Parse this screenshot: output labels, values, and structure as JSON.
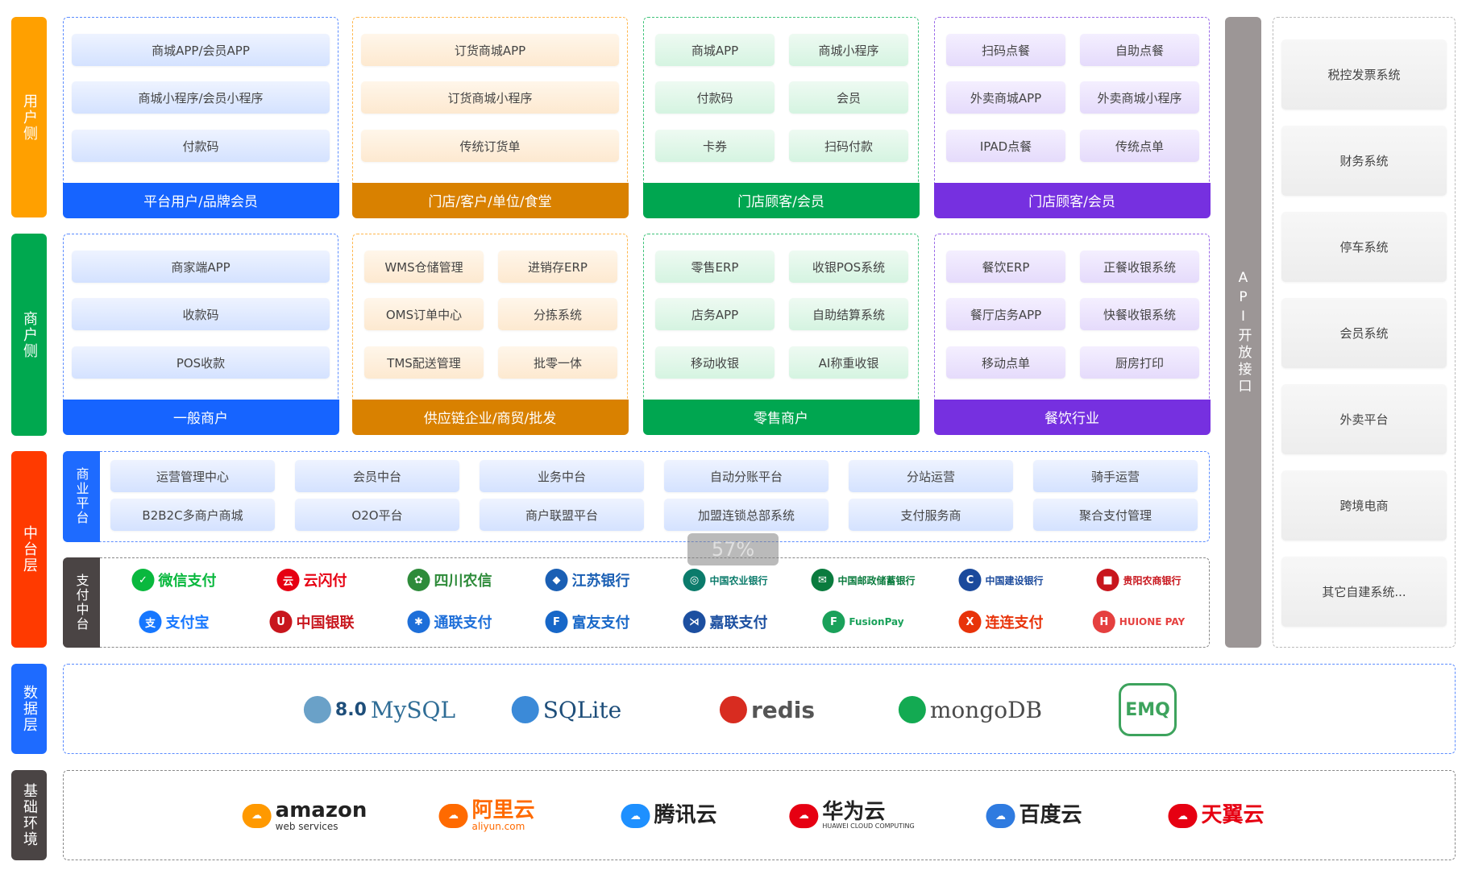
{
  "layers": [
    {
      "label": "用户侧",
      "color": "#FFA000"
    },
    {
      "label": "商户侧",
      "color": "#00A84F"
    },
    {
      "label": "中台层",
      "color": "#FF3A00"
    },
    {
      "label": "数据层",
      "color": "#1E6BFF"
    },
    {
      "label": "基础环境",
      "color": "#4A4444"
    }
  ],
  "columns": [
    {
      "theme": "blue",
      "accent": "#1664FF",
      "user": {
        "title": "平台用户/品牌会员",
        "layout": "single",
        "items": [
          "商城APP/会员APP",
          "商城小程序/会员小程序",
          "付款码"
        ]
      },
      "merchant": {
        "title": "一般商户",
        "layout": "single",
        "items": [
          "商家端APP",
          "收款码",
          "POS收款"
        ]
      }
    },
    {
      "theme": "orange",
      "accent": "#D98100",
      "user": {
        "title": "门店/客户/单位/食堂",
        "layout": "single",
        "items": [
          "订货商城APP",
          "订货商城小程序",
          "传统订货单"
        ]
      },
      "merchant": {
        "title": "供应链企业/商贸/批发",
        "layout": "double",
        "items": [
          "WMS仓储管理",
          "进销存ERP",
          "OMS订单中心",
          "分拣系统",
          "TMS配送管理",
          "批零一体"
        ]
      }
    },
    {
      "theme": "green",
      "accent": "#00A650",
      "user": {
        "title": "门店顾客/会员",
        "layout": "double",
        "items": [
          "商城APP",
          "商城小程序",
          "付款码",
          "会员",
          "卡券",
          "扫码付款"
        ]
      },
      "merchant": {
        "title": "零售商户",
        "layout": "double",
        "items": [
          "零售ERP",
          "收银POS系统",
          "店务APP",
          "自助结算系统",
          "移动收银",
          "AI称重收银"
        ]
      }
    },
    {
      "theme": "purple",
      "accent": "#7630E0",
      "user": {
        "title": "门店顾客/会员",
        "layout": "double",
        "items": [
          "扫码点餐",
          "自助点餐",
          "外卖商城APP",
          "外卖商城小程序",
          "IPAD点餐",
          "传统点单"
        ]
      },
      "merchant": {
        "title": "餐饮行业",
        "layout": "double",
        "items": [
          "餐饮ERP",
          "正餐收银系统",
          "餐厅店务APP",
          "快餐收银系统",
          "移动点单",
          "厨房打印"
        ]
      }
    }
  ],
  "business_platform": {
    "label": "商业平台",
    "items": [
      "运营管理中心",
      "会员中台",
      "业务中台",
      "自动分账平台",
      "分站运营",
      "骑手运营",
      "B2B2C多商户商城",
      "O2O平台",
      "商户联盟平台",
      "加盟连锁总部系统",
      "支付服务商",
      "聚合支付管理"
    ]
  },
  "payment_platform": {
    "label": "支付中台",
    "providers": [
      {
        "name": "微信支付",
        "icon": "wechat-pay-icon",
        "color": "#09B83E",
        "glyph": "✓"
      },
      {
        "name": "云闪付",
        "icon": "unionpay-quickpass-icon",
        "color": "#E60012",
        "glyph": "云"
      },
      {
        "name": "四川农信",
        "icon": "sichuan-rural-credit-icon",
        "color": "#2E8B3A",
        "glyph": "✿"
      },
      {
        "name": "江苏银行",
        "icon": "bank-of-jiangsu-icon",
        "color": "#1A5FB4",
        "glyph": "◆"
      },
      {
        "name": "中国农业银行",
        "icon": "abc-bank-icon",
        "color": "#0B7B6B",
        "glyph": "◎"
      },
      {
        "name": "中国邮政储蓄银行",
        "icon": "psbc-icon",
        "color": "#0A7B3E",
        "glyph": "✉"
      },
      {
        "name": "中国建设银行",
        "icon": "ccb-icon",
        "color": "#1B4A9C",
        "glyph": "C"
      },
      {
        "name": "贵阳农商银行",
        "icon": "guiyang-rcb-icon",
        "color": "#C8161D",
        "glyph": "■"
      },
      {
        "name": "支付宝",
        "icon": "alipay-icon",
        "color": "#1677FF",
        "glyph": "支"
      },
      {
        "name": "中国银联",
        "icon": "unionpay-icon",
        "color": "#C8161D",
        "glyph": "U"
      },
      {
        "name": "通联支付",
        "icon": "allinpay-icon",
        "color": "#1E6FD9",
        "glyph": "✱"
      },
      {
        "name": "富友支付",
        "icon": "fuiou-pay-icon",
        "color": "#1767C8",
        "glyph": "F"
      },
      {
        "name": "嘉联支付",
        "icon": "jialian-pay-icon",
        "color": "#1C4FA0",
        "glyph": "⋊"
      },
      {
        "name": "FusionPay",
        "icon": "fusionpay-icon",
        "color": "#1AA15A",
        "glyph": "F"
      },
      {
        "name": "连连支付",
        "icon": "lianlian-pay-icon",
        "color": "#E8330A",
        "glyph": "X"
      },
      {
        "name": "HUIONE PAY",
        "icon": "huione-pay-icon",
        "color": "#E5403F",
        "glyph": "H"
      }
    ]
  },
  "api_bar": {
    "label": "API开放接口",
    "color": "#9C9696"
  },
  "external_systems": [
    "税控发票系统",
    "财务系统",
    "停车系统",
    "会员系统",
    "外卖平台",
    "跨境电商",
    "其它自建系统..."
  ],
  "data_layer": [
    {
      "name": "MySQL",
      "version": "8.0",
      "icon": "mysql-icon",
      "color": "#2F6D96"
    },
    {
      "name": "SQLite",
      "icon": "sqlite-icon",
      "color": "#1E4E7A"
    },
    {
      "name": "redis",
      "icon": "redis-icon",
      "color": "#555"
    },
    {
      "name": "mongoDB",
      "icon": "mongodb-icon",
      "color": "#4A4A4A"
    },
    {
      "name": "EMQ",
      "icon": "emq-icon",
      "color": "#3DA35D"
    }
  ],
  "infrastructure": [
    {
      "name": "amazon",
      "sub": "web services",
      "icon": "aws-icon",
      "color": "#222"
    },
    {
      "name": "阿里云",
      "sub": "aliyun.com",
      "icon": "aliyun-icon",
      "color": "#FF6A00"
    },
    {
      "name": "腾讯云",
      "icon": "tencent-cloud-icon",
      "color": "#222"
    },
    {
      "name": "华为云",
      "sub": "HUAWEI CLOUD COMPUTING",
      "icon": "huawei-cloud-icon",
      "color": "#222"
    },
    {
      "name": "百度云",
      "icon": "baidu-cloud-icon",
      "color": "#222"
    },
    {
      "name": "天翼云",
      "icon": "tianyi-cloud-icon",
      "color": "#E60012"
    }
  ],
  "overlay": {
    "progress_label": "57%",
    "progress": 57
  }
}
